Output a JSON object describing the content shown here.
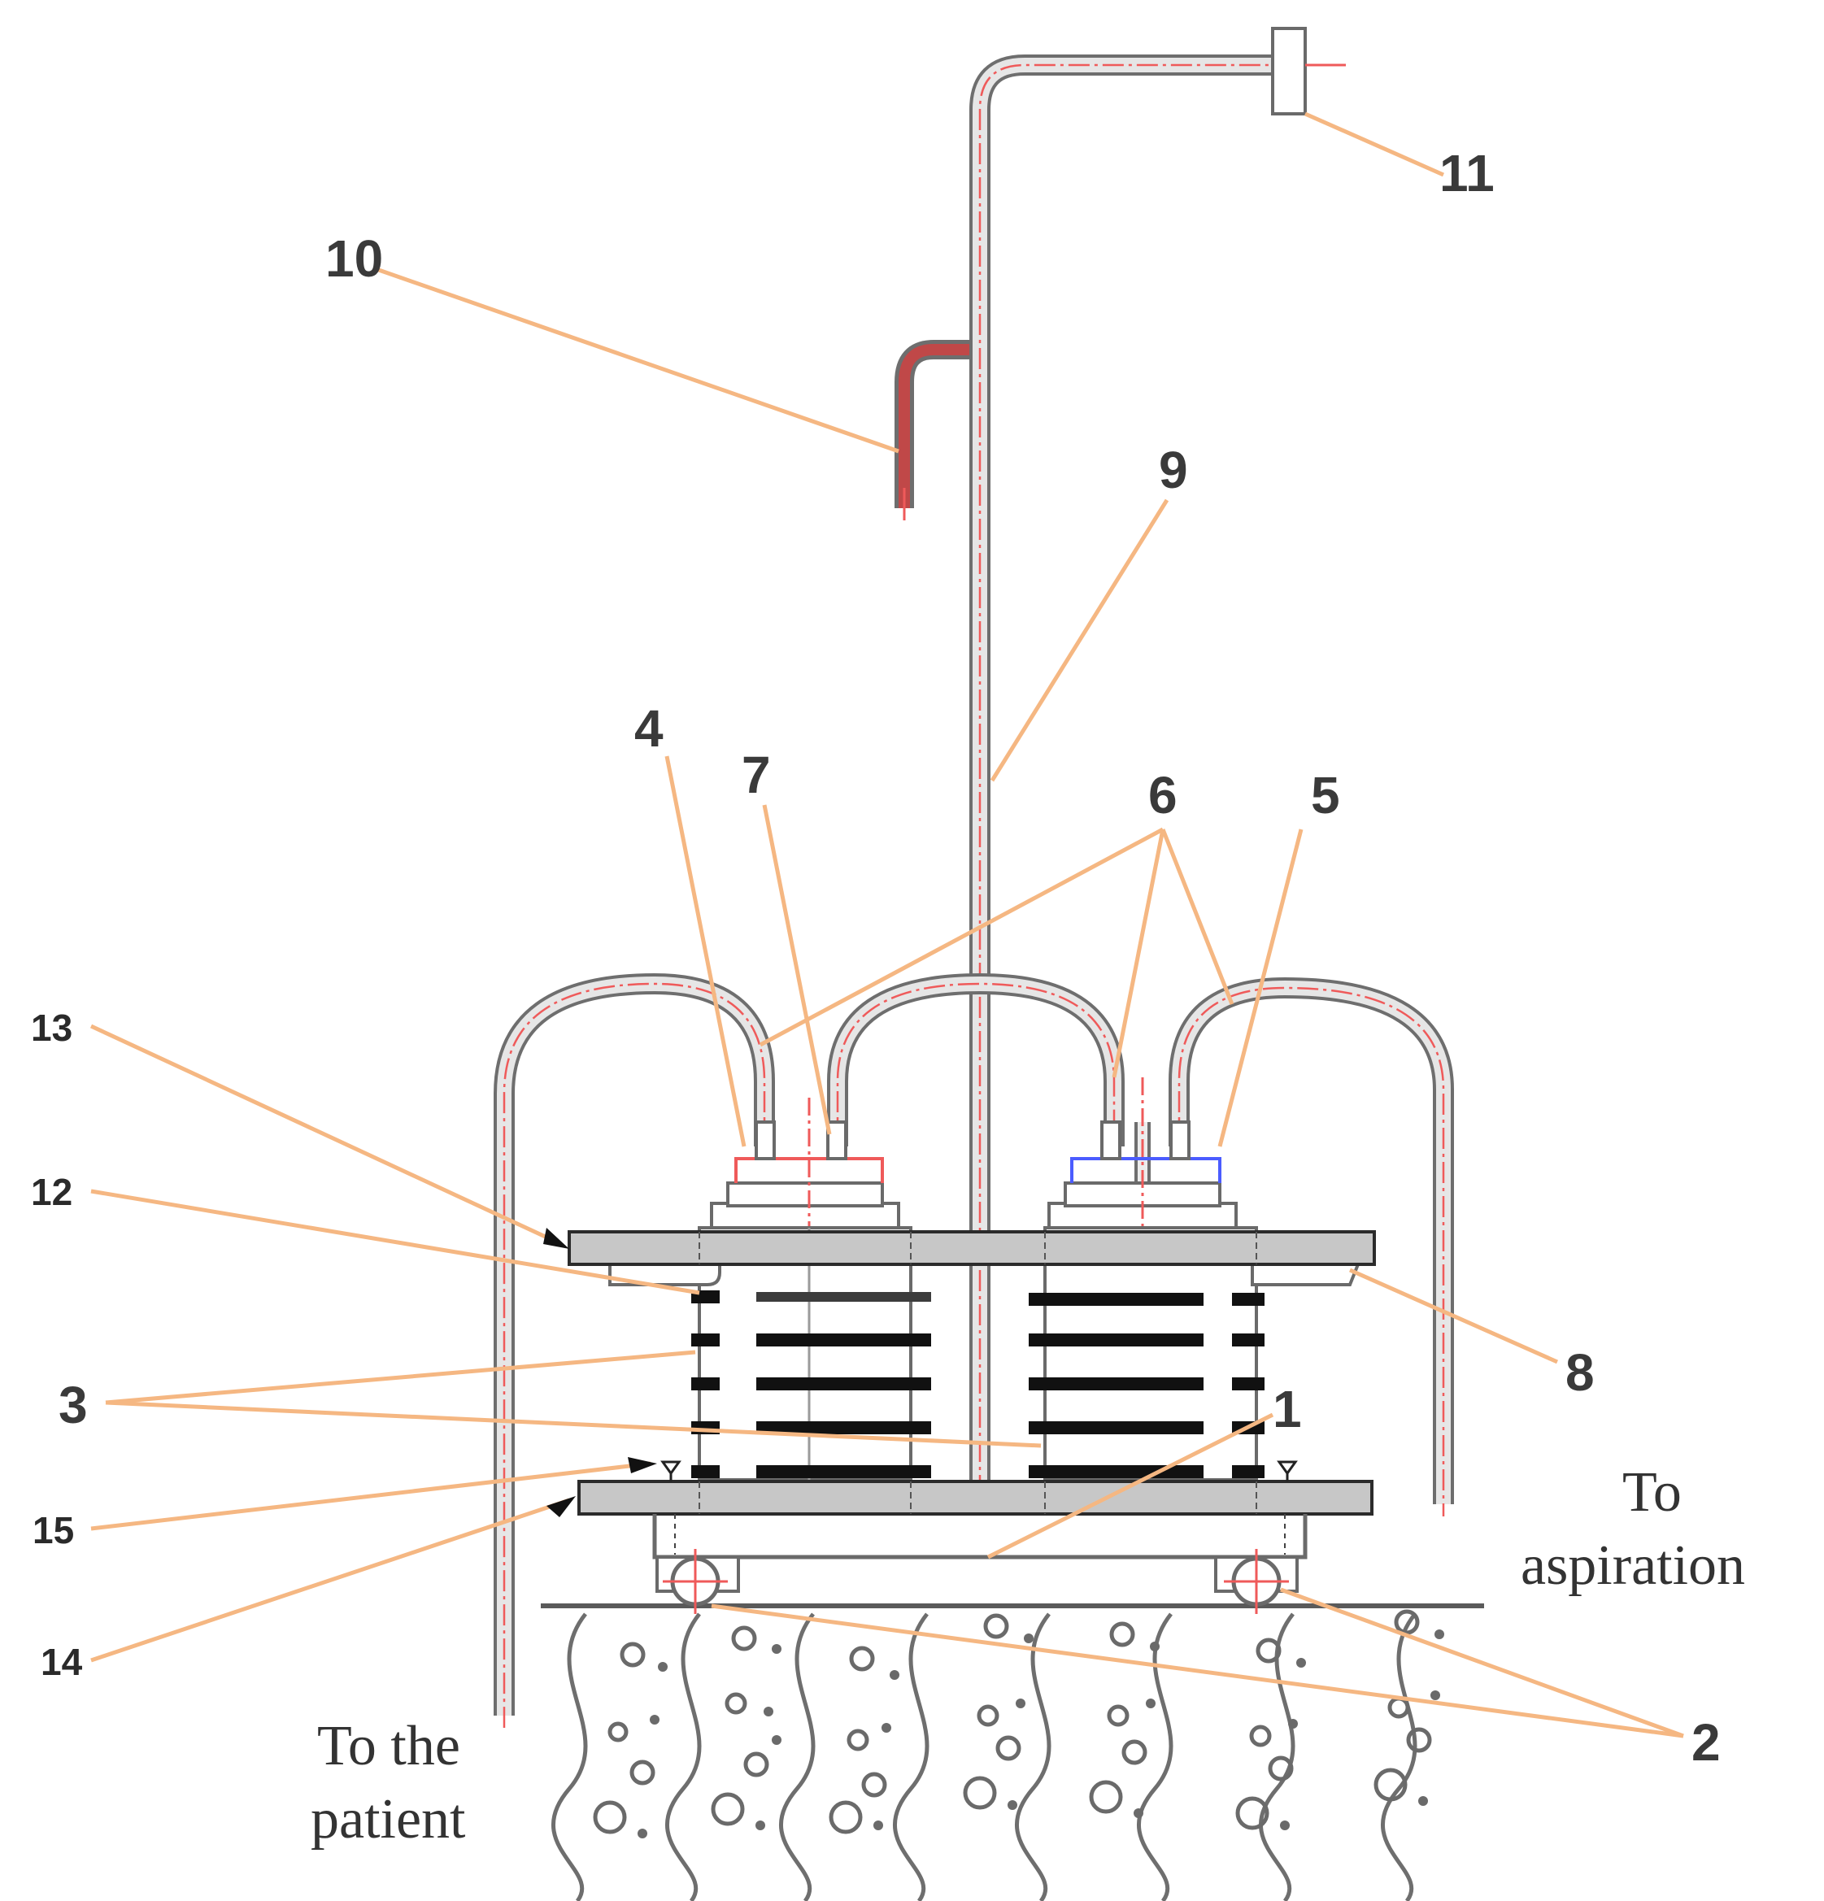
{
  "diagram": {
    "labels": {
      "n1": "1",
      "n2": "2",
      "n3": "3",
      "n4": "4",
      "n5": "5",
      "n6": "6",
      "n7": "7",
      "n8": "8",
      "n9": "9",
      "n10": "10",
      "n11": "11",
      "n12": "12",
      "n13": "13",
      "n14": "14",
      "n15": "15"
    },
    "captions": {
      "aspiration_line1": "To",
      "aspiration_line2": "aspiration",
      "patient_line1": "To the",
      "patient_line2": "patient"
    },
    "colors": {
      "leader": "#f5b782",
      "tube_core": "#ef5a5a",
      "plate": "#c7c7c7",
      "wire": "#111111",
      "blue_cap": "#4b5cff"
    }
  }
}
